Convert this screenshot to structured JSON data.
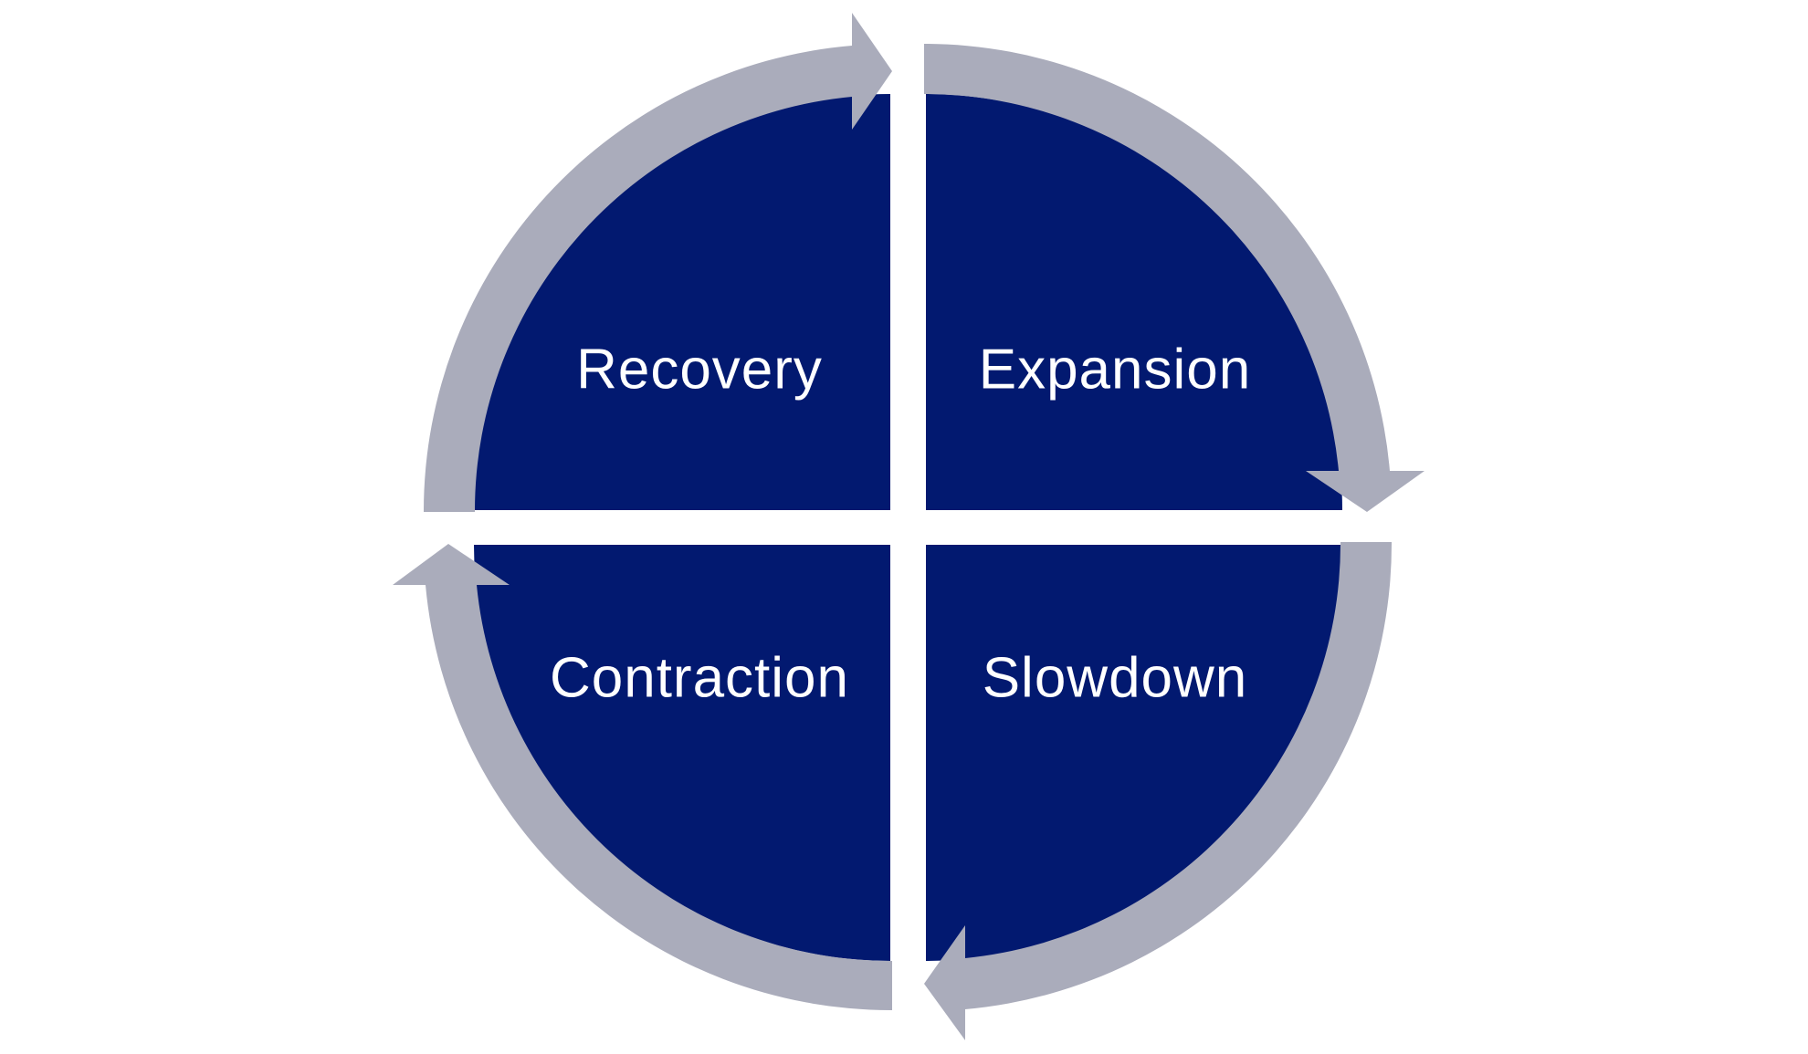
{
  "diagram": {
    "colors": {
      "quadrant_fill": "#021970",
      "arrow_fill": "#aaacbb",
      "label_color": "#ffffff",
      "background": "#ffffff"
    },
    "cycle_direction": "clockwise",
    "quadrants": [
      {
        "position": "top-left",
        "label": "Recovery"
      },
      {
        "position": "top-right",
        "label": "Expansion"
      },
      {
        "position": "bottom-right",
        "label": "Slowdown"
      },
      {
        "position": "bottom-left",
        "label": "Contraction"
      }
    ]
  }
}
